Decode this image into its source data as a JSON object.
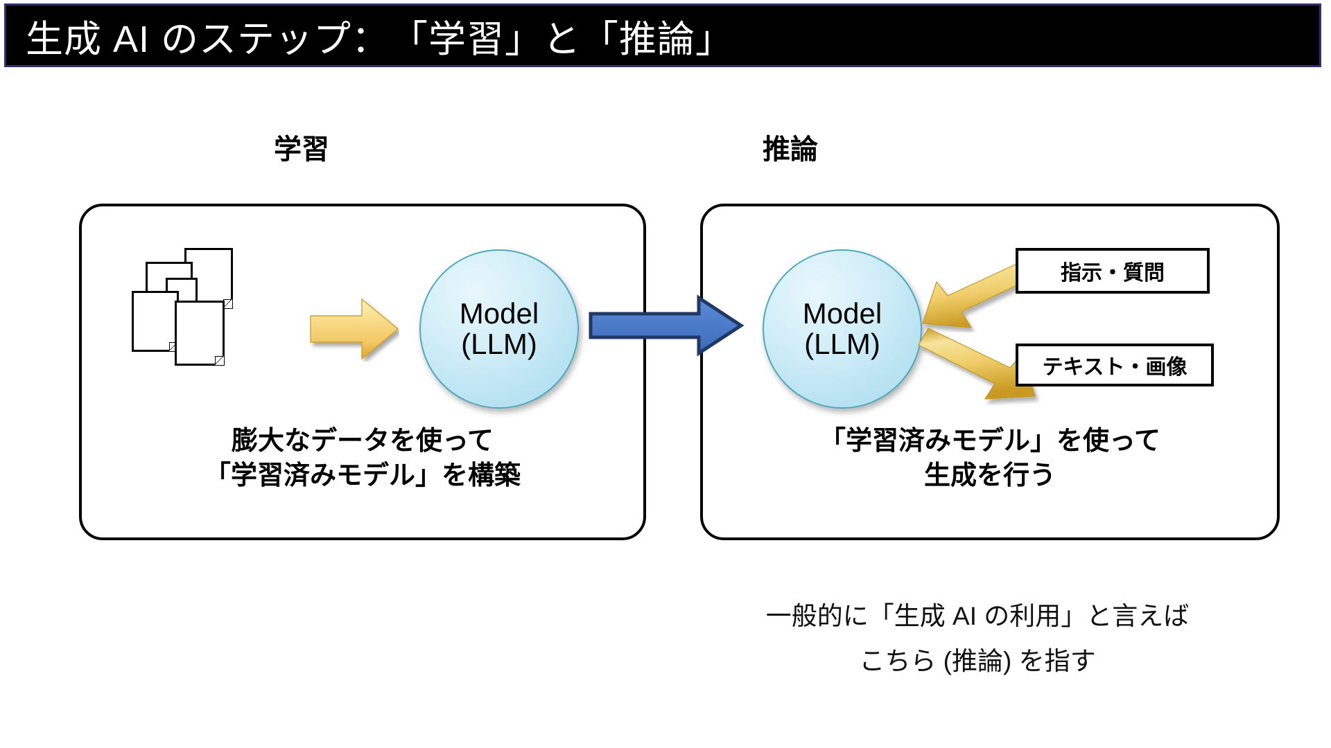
{
  "slide": {
    "title": "生成 AI のステップ：　「学習」と「推論」",
    "title_bar_bg": "#000000",
    "title_bar_border": "#2e3566",
    "title_color": "#ffffff",
    "background": "#ffffff"
  },
  "sections": {
    "train": {
      "heading": "学習",
      "caption_line1": "膨大なデータを使って",
      "caption_line2": "「学習済みモデル」を構築",
      "model_label_line1": "Model",
      "model_label_line2": "(LLM)",
      "doc_stack_name": "documents"
    },
    "infer": {
      "heading": "推論",
      "caption_line1": "「学習済みモデル」を使って",
      "caption_line2": "生成を行う",
      "model_label_line1": "Model",
      "model_label_line2": "(LLM)",
      "io": {
        "prompt_label": "指示・質問",
        "output_label": "テキスト・画像"
      }
    }
  },
  "bottom_note": {
    "line1": "一般的に「生成 AI の利用」と言えば",
    "line2": "こちら (推論) を指す"
  },
  "colors": {
    "gold_arrow_light": "#fbe38f",
    "gold_arrow_dark": "#d9a521",
    "blue_arrow_fill": "#4a7ac9",
    "blue_arrow_border": "#1f3864",
    "circle_fill": "#cdeaf6",
    "circle_border": "#4fa9bb",
    "outline": "#000000"
  }
}
